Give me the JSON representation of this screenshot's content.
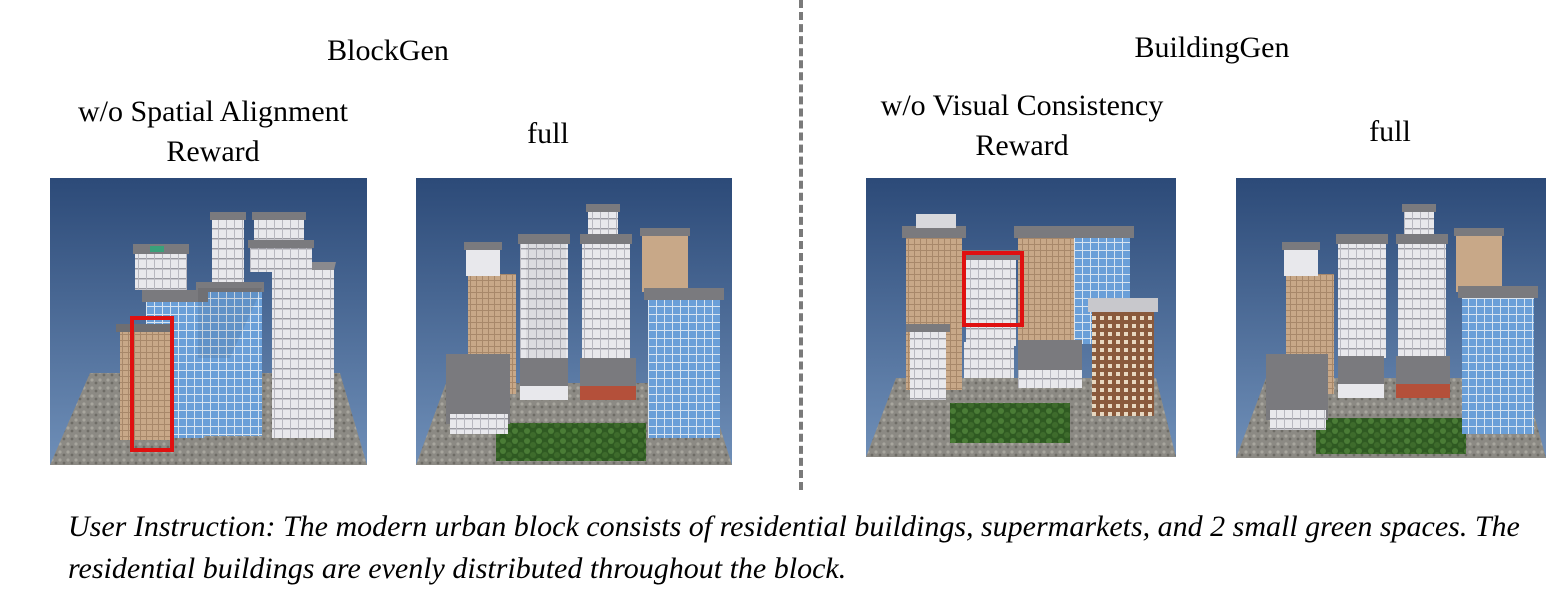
{
  "groups": {
    "left": {
      "title": "BlockGen",
      "ablation_label": "w/o Spatial Alignment Reward",
      "full_label": "full"
    },
    "right": {
      "title": "BuildingGen",
      "ablation_label": "w/o Visual Consistency Reward",
      "full_label": "full"
    }
  },
  "caption": "User Instruction: The modern urban block consists of residential buildings, supermarkets, and 2 small green spaces. The residential buildings are evenly distributed throughout the block.",
  "colors": {
    "sky_top": "#2c4a78",
    "sky_bottom": "#6f8fb8",
    "highlight_box": "#e01010",
    "divider": "#7a7a7a",
    "glass_blue": "#6a9fd8",
    "concrete_white": "#e8e8ec",
    "beige": "#c8a888",
    "roof": "#7a7a7e",
    "brick": "#8a5a3c",
    "park_green": "#3e6b2c",
    "ground_gravel": "#8a8a86"
  }
}
